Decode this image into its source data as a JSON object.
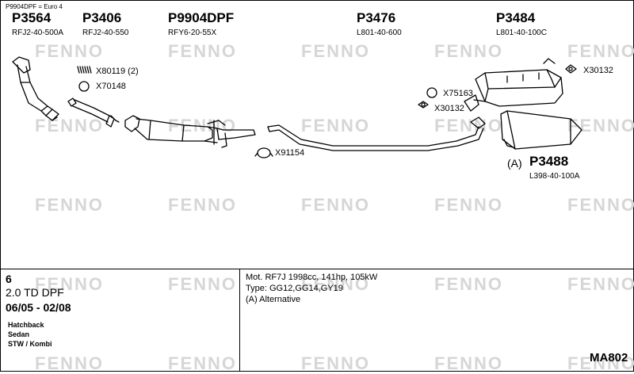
{
  "header": {
    "note": "P9904DPF = Euro 4"
  },
  "parts": [
    {
      "number": "P3564",
      "ref": "RFJ2-40-500A"
    },
    {
      "number": "P3406",
      "ref": "RFJ2-40-550"
    },
    {
      "number": "P9904DPF",
      "ref": "RFY6-20-55X"
    },
    {
      "number": "P3476",
      "ref": "L801-40-600"
    },
    {
      "number": "P3484",
      "ref": "L801-40-100C"
    },
    {
      "number": "P3488",
      "ref": "L398-40-100A",
      "prefix": "(A)"
    }
  ],
  "accessories": [
    {
      "code": "X80119 (2)"
    },
    {
      "code": "X70148"
    },
    {
      "code": "X91154"
    },
    {
      "code": "X75163"
    },
    {
      "code": "X30132"
    },
    {
      "code": "X30132"
    }
  ],
  "watermark": "FENNO",
  "vehicle": {
    "model": "6",
    "engine": "2.0 TD DPF",
    "years": "06/05 - 02/08",
    "bodies": [
      "Hatchback",
      "Sedan",
      "STW / Kombi"
    ]
  },
  "specs": {
    "motor": "Mot. RF7J 1998cc, 141hp, 105kW",
    "type": "Type: GG12,GG14,GY19",
    "alt": "(A) Alternative"
  },
  "diagram_code": "MA802"
}
